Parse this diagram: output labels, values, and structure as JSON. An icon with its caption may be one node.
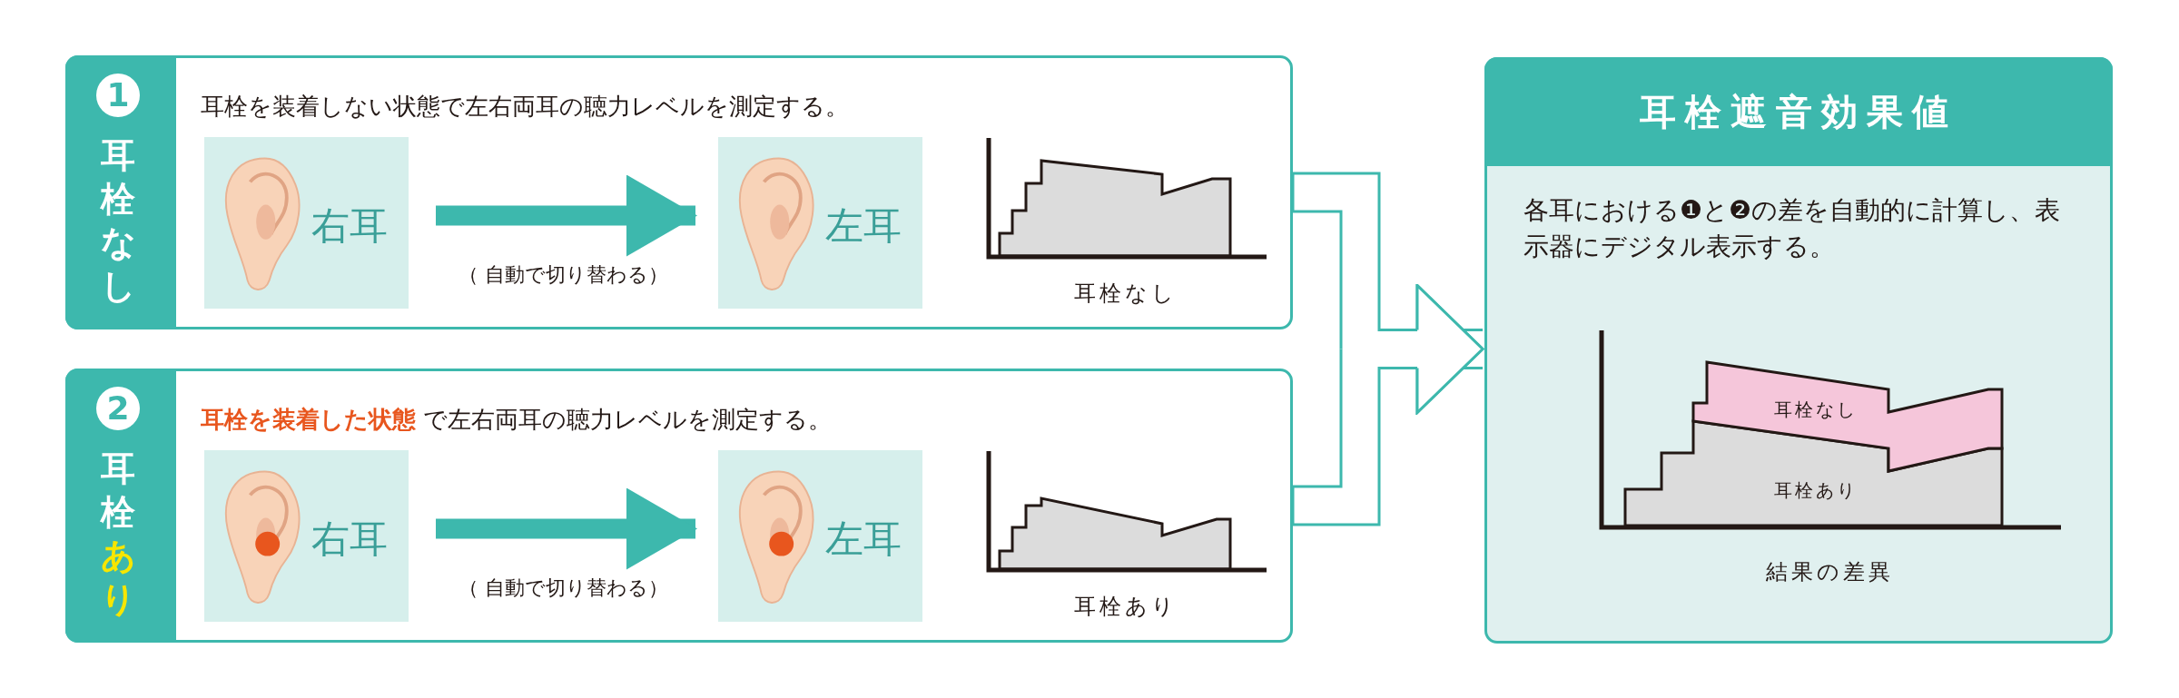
{
  "diagram": {
    "nodes": [
      {
        "text": [
          "1",
          "耳栓なし",
          "耳栓を装着しない状態で左右両耳の聴力レベルを測定する。"
        ]
      },
      {
        "text": [
          "右耳"
        ],
        "in": 0
      },
      {
        "text": [
          "左耳"
        ],
        "in": 0
      },
      {
        "text": [],
        "shape": "picture",
        "in": 0,
        "beside": [
          "耳栓なし"
        ]
      },
      {
        "text": [
          "2",
          "耳栓**あり**",
          "**耳栓を装着した状態** で左右両耳の聴力レベルを測定する。"
        ]
      },
      {
        "text": [
          "右耳"
        ],
        "in": 4
      },
      {
        "text": [
          "左耳"
        ],
        "in": 4
      },
      {
        "text": [],
        "shape": "picture",
        "in": 4,
        "beside": [
          "耳栓あり"
        ]
      },
      {
        "text": [
          "耳栓遮音効果値",
          "各耳における❶と❷の差を自動的に計算し、表示器にデジタル表示する。"
        ]
      },
      {
        "text": [],
        "shape": "picture",
        "in": 8,
        "beside": [
          "結果の差異"
        ]
      }
    ],
    "edges": [
      {
        "from": 1,
        "to": 2,
        "arrow": "to",
        "label": "（ 自動で切り替わる）",
        "style": "thick"
      },
      {
        "from": 5,
        "to": 6,
        "arrow": "to",
        "label": "（ 自動で切り替わる）",
        "style": "thick"
      },
      {
        "from": 0,
        "to": 8,
        "arrow": "to"
      },
      {
        "from": 4,
        "to": 8,
        "arrow": "to"
      }
    ],
    "labels": [
      "耳栓なし",
      "耳栓あり"
    ]
  }
}
